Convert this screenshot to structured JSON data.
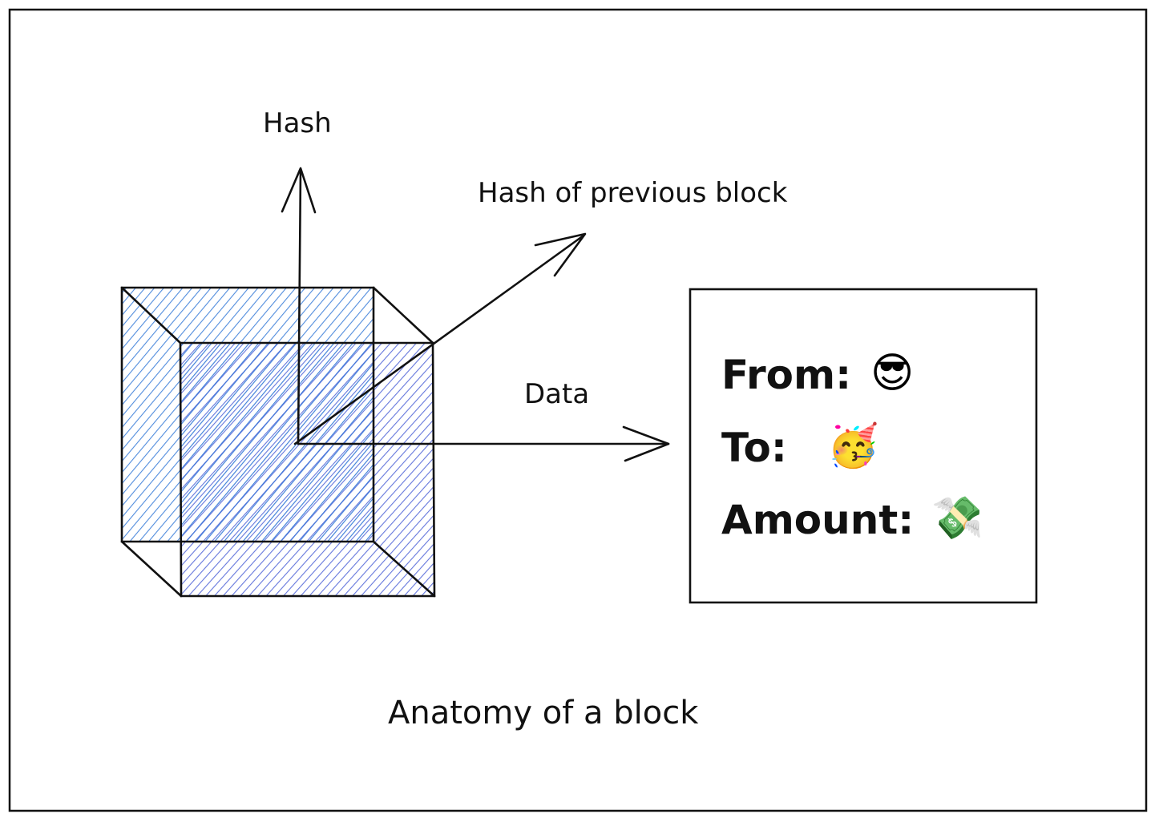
{
  "labels": {
    "hash": "Hash",
    "hash_previous": "Hash of previous block",
    "data": "Data",
    "caption": "Anatomy of a block"
  },
  "data_box": {
    "from_label": "From:",
    "from_emoji": "😎",
    "to_label": "To:",
    "to_emoji": "🥳",
    "amount_label": "Amount:",
    "amount_emoji": "💸"
  },
  "colors": {
    "stroke": "#111111",
    "back_face_hatch": "#3d7fd9",
    "front_face_hatch": "#4a5fd6",
    "overlap_hatch": "#2f4fc9"
  }
}
